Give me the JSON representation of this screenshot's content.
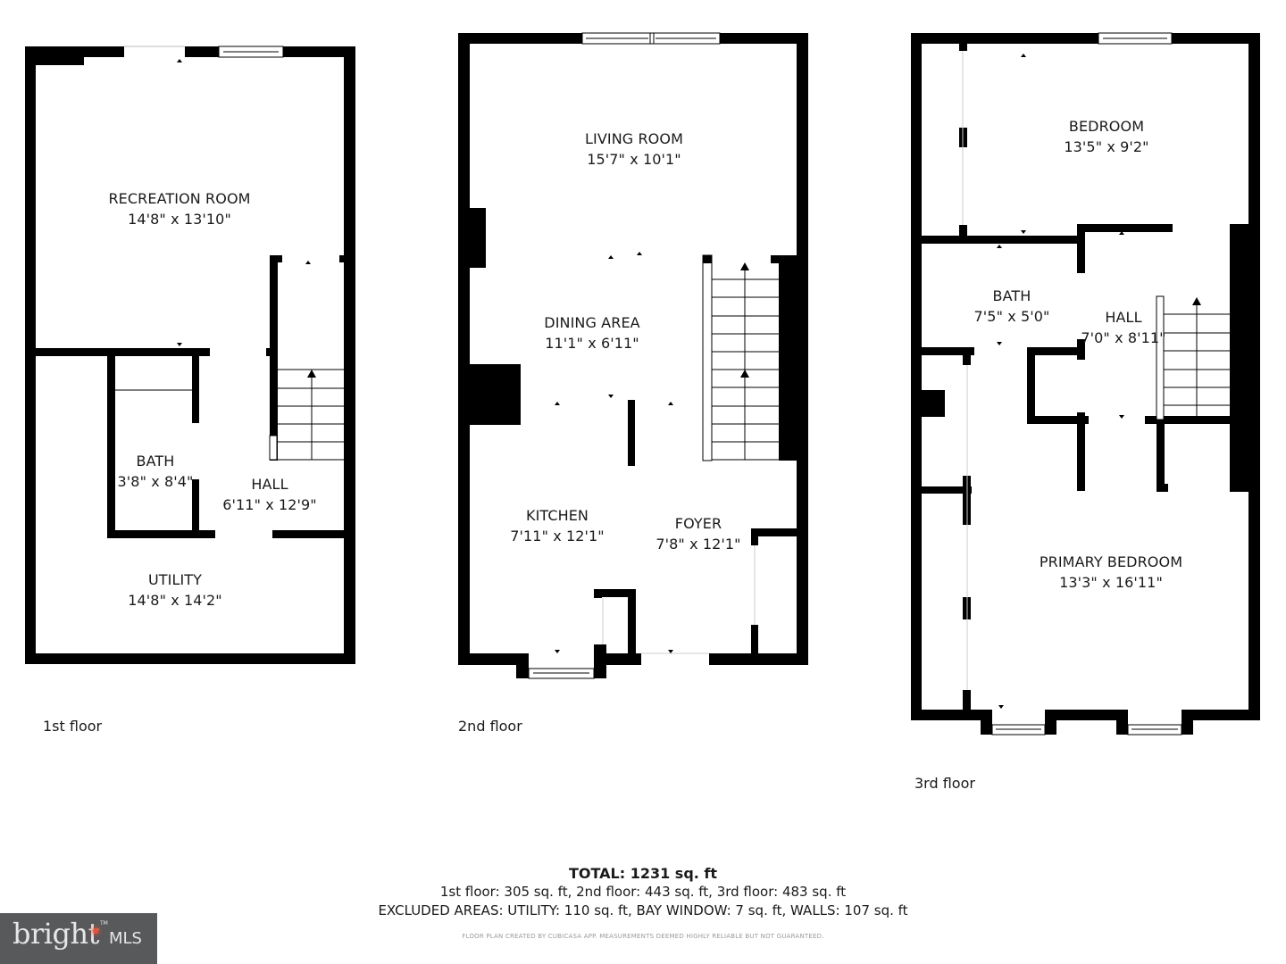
{
  "floors": [
    {
      "label": "1st floor",
      "rooms": [
        {
          "name": "RECREATION ROOM",
          "dims": "14'8\" x 13'10\""
        },
        {
          "name": "BATH",
          "dims": "3'8\" x 8'4\""
        },
        {
          "name": "HALL",
          "dims": "6'11\" x 12'9\""
        },
        {
          "name": "UTILITY",
          "dims": "14'8\" x 14'2\""
        }
      ]
    },
    {
      "label": "2nd floor",
      "rooms": [
        {
          "name": "LIVING ROOM",
          "dims": "15'7\" x 10'1\""
        },
        {
          "name": "DINING AREA",
          "dims": "11'1\" x 6'11\""
        },
        {
          "name": "KITCHEN",
          "dims": "7'11\" x 12'1\""
        },
        {
          "name": "FOYER",
          "dims": "7'8\" x 12'1\""
        }
      ]
    },
    {
      "label": "3rd floor",
      "rooms": [
        {
          "name": "BEDROOM",
          "dims": "13'5\" x 9'2\""
        },
        {
          "name": "BATH",
          "dims": "7'5\" x 5'0\""
        },
        {
          "name": "HALL",
          "dims": "7'0\" x 8'11\""
        },
        {
          "name": "PRIMARY BEDROOM",
          "dims": "13'3\" x 16'11\""
        }
      ]
    }
  ],
  "summary": {
    "total": "TOTAL: 1231 sq. ft",
    "floors_line": "1st floor: 305 sq. ft, 2nd floor: 443 sq. ft, 3rd floor: 483 sq. ft",
    "excluded_line": "EXCLUDED AREAS: UTILITY: 110 sq. ft, BAY WINDOW: 7 sq. ft, WALLS: 107 sq. ft",
    "disclaimer": "FLOOR PLAN CREATED BY CUBICASA APP. MEASUREMENTS DEEMED HIGHLY RELIABLE BUT NOT GUARANTEED."
  },
  "logo": {
    "word": "bright",
    "suffix": "MLS",
    "tm": "TM"
  },
  "colors": {
    "wall": "#000000",
    "background": "#ffffff",
    "logo_bg": "#58595b",
    "logo_accent": "#e8503a"
  }
}
